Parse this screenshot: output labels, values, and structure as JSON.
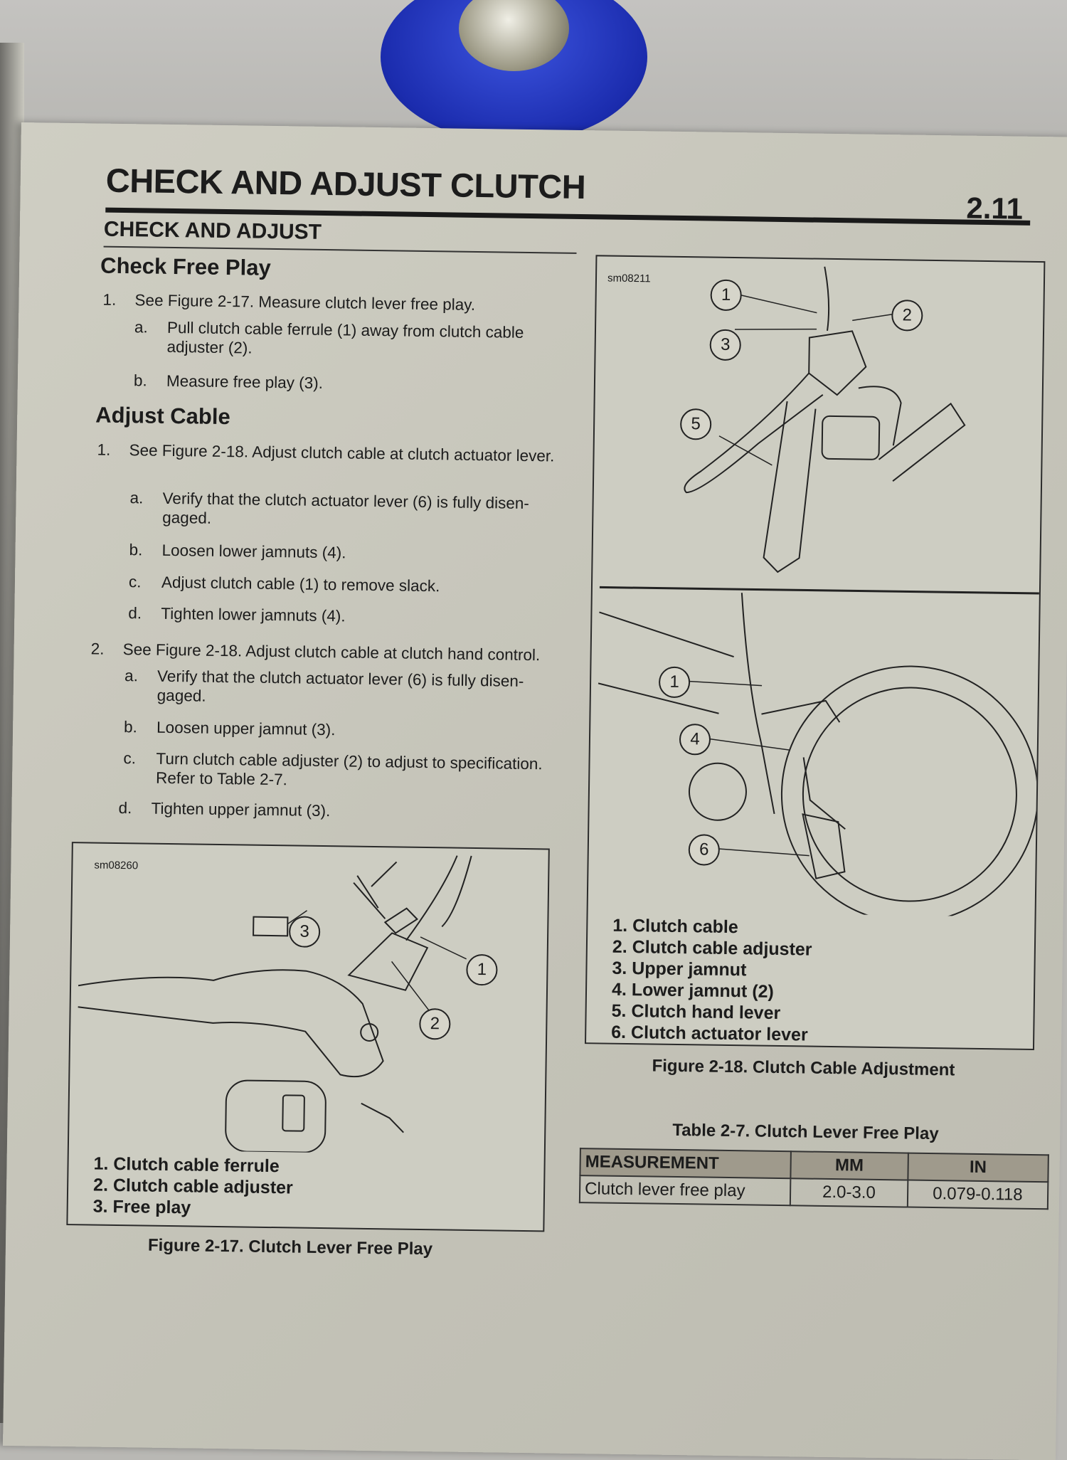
{
  "header": {
    "title": "CHECK AND ADJUST CLUTCH",
    "page_number": "2.11"
  },
  "section": {
    "title": "CHECK AND ADJUST"
  },
  "check_free_play": {
    "title": "Check Free Play",
    "steps": [
      {
        "num": "1.",
        "text": "See Figure 2-17. Measure clutch lever free play.",
        "substeps": [
          {
            "num": "a.",
            "text": "Pull clutch cable ferrule (1) away from clutch cable adjuster (2)."
          },
          {
            "num": "b.",
            "text": "Measure free play (3)."
          }
        ]
      }
    ]
  },
  "adjust_cable": {
    "title": "Adjust Cable",
    "steps": [
      {
        "num": "1.",
        "text": "See Figure 2-18. Adjust clutch cable at clutch actuator lever.",
        "substeps": [
          {
            "num": "a.",
            "text": "Verify that the clutch actuator lever (6) is fully disen-gaged."
          },
          {
            "num": "b.",
            "text": "Loosen lower jamnuts (4)."
          },
          {
            "num": "c.",
            "text": "Adjust clutch cable (1) to remove slack."
          },
          {
            "num": "d.",
            "text": "Tighten lower jamnuts (4)."
          }
        ]
      },
      {
        "num": "2.",
        "text": "See Figure 2-18. Adjust clutch cable at clutch hand control.",
        "substeps": [
          {
            "num": "a.",
            "text": "Verify that the clutch actuator lever (6) is fully disen-gaged."
          },
          {
            "num": "b.",
            "text": "Loosen upper jamnut (3)."
          },
          {
            "num": "c.",
            "text": "Turn clutch cable adjuster (2) to adjust to specification. Refer to Table 2-7."
          },
          {
            "num": "d.",
            "text": "Tighten upper jamnut (3)."
          }
        ]
      }
    ]
  },
  "figure_2_17": {
    "code": "sm08260",
    "callouts": [
      "1",
      "2",
      "3"
    ],
    "legend": [
      "1.  Clutch cable ferrule",
      "2.  Clutch cable adjuster",
      "3.  Free play"
    ],
    "caption": "Figure 2-17. Clutch Lever Free Play"
  },
  "figure_2_18": {
    "code": "sm08211",
    "callouts": [
      "1",
      "2",
      "3",
      "5",
      "1",
      "4",
      "6"
    ],
    "legend": [
      "1.  Clutch cable",
      "2.  Clutch cable adjuster",
      "3.  Upper jamnut",
      "4.  Lower jamnut (2)",
      "5.  Clutch hand lever",
      "6.  Clutch actuator lever"
    ],
    "caption": "Figure 2-18. Clutch Cable Adjustment"
  },
  "table_2_7": {
    "title": "Table 2-7. Clutch Lever Free Play",
    "headers": [
      "MEASUREMENT",
      "MM",
      "IN"
    ],
    "rows": [
      [
        "Clutch lever free play",
        "2.0-3.0",
        "0.079-0.118"
      ]
    ]
  }
}
